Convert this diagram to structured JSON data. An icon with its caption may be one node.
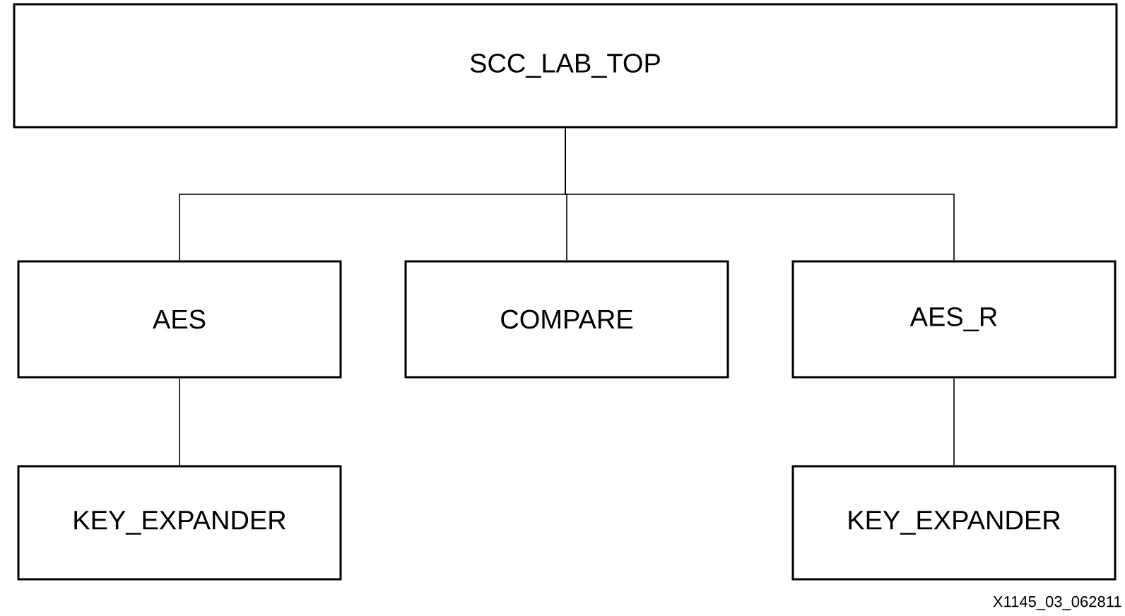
{
  "diagram": {
    "nodes": [
      {
        "text": [
          "SCC_LAB_TOP"
        ]
      },
      {
        "text": [
          "AES"
        ]
      },
      {
        "text": [
          "COMPARE"
        ]
      },
      {
        "text": [
          "AES_R"
        ]
      },
      {
        "text": [
          "KEY_EXPANDER"
        ]
      },
      {
        "text": [
          "KEY_EXPANDER"
        ]
      }
    ],
    "edges": [
      {
        "from": 0,
        "to": 1,
        "arrow": "none"
      },
      {
        "from": 0,
        "to": 2,
        "arrow": "none"
      },
      {
        "from": 0,
        "to": 3,
        "arrow": "none"
      },
      {
        "from": 1,
        "to": 4,
        "arrow": "none"
      },
      {
        "from": 3,
        "to": 5,
        "arrow": "none"
      }
    ],
    "labels": [
      "X1145_03_062811"
    ]
  }
}
